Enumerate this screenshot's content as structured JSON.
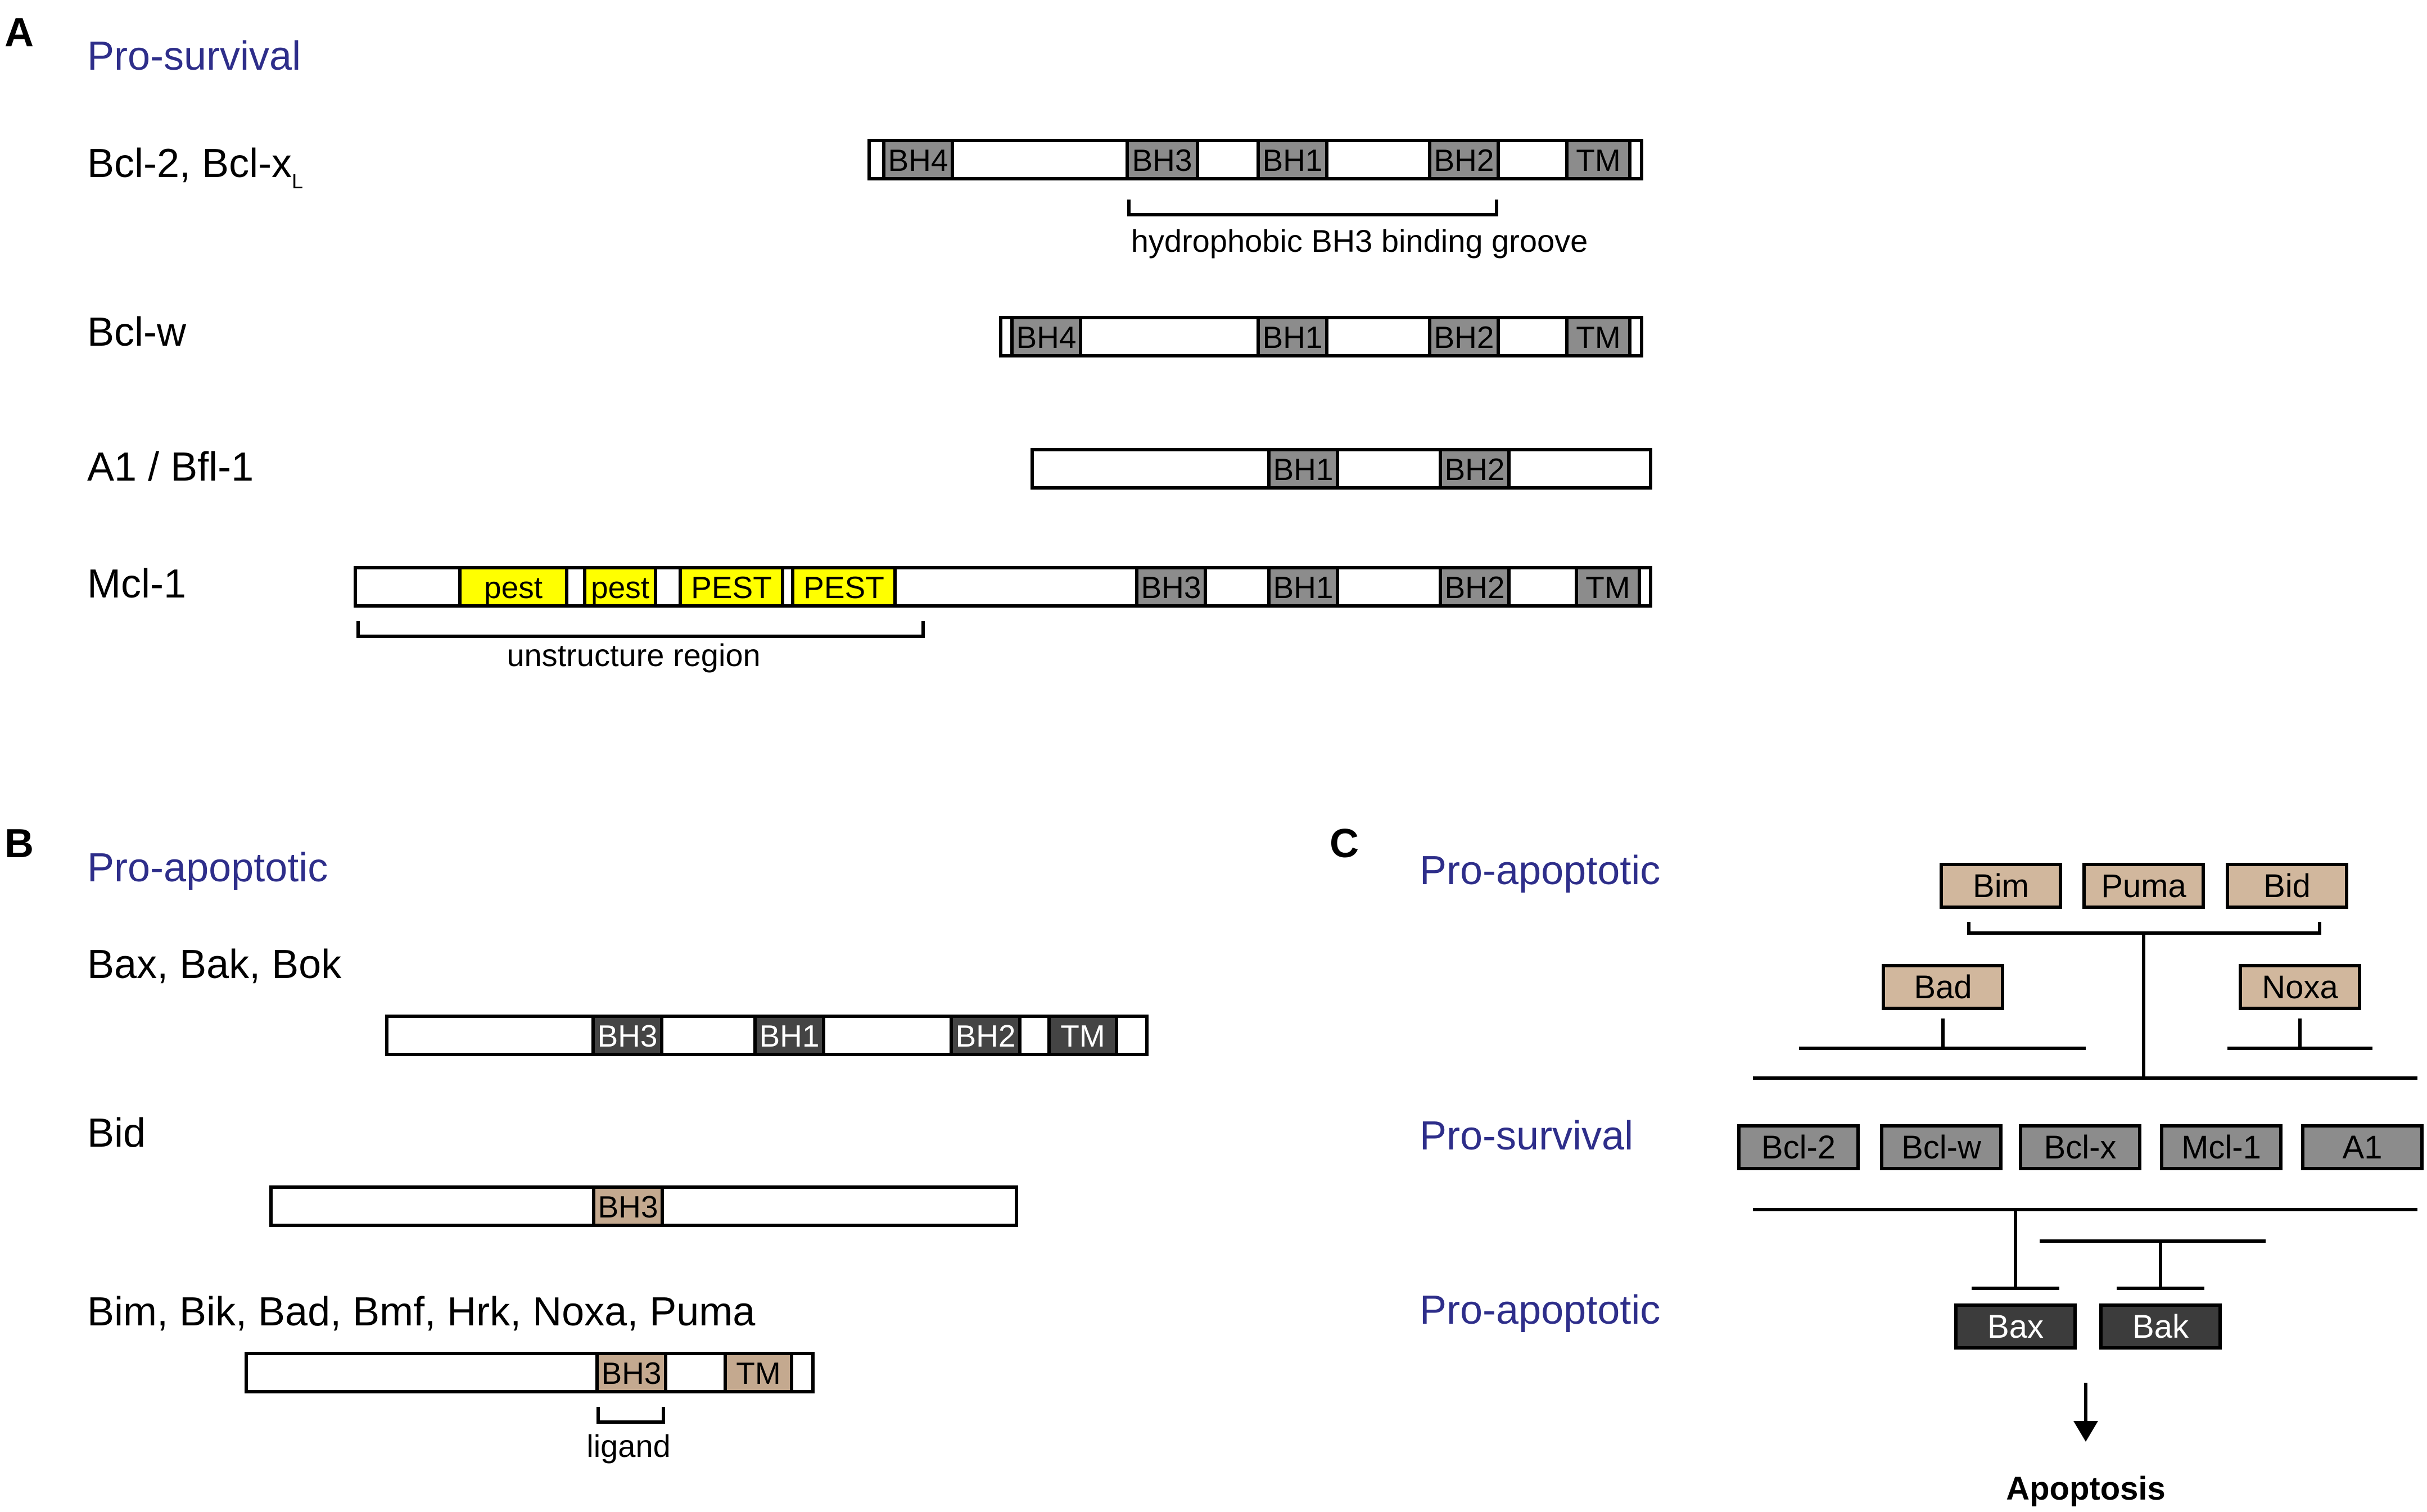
{
  "panel_a": {
    "letter": "A",
    "title": "Pro-survival",
    "proteins": {
      "bcl2": {
        "name": "Bcl-2, Bcl-x",
        "subscript": "L"
      },
      "bclw": {
        "name": "Bcl-w"
      },
      "a1": {
        "name": "A1 / Bfl-1"
      },
      "mcl1": {
        "name": "Mcl-1"
      }
    },
    "groove_label": "hydrophobic BH3 binding groove",
    "unstructured_label": "unstructure region"
  },
  "panel_b": {
    "letter": "B",
    "title": "Pro-apoptotic",
    "proteins": {
      "bax": {
        "name": "Bax, Bak, Bok"
      },
      "bid": {
        "name": "Bid"
      },
      "bim": {
        "name": "Bim, Bik, Bad, Bmf, Hrk, Noxa, Puma"
      }
    },
    "ligand_label": "ligand"
  },
  "panel_c": {
    "letter": "C",
    "titles": {
      "top": "Pro-apoptotic",
      "middle": "Pro-survival",
      "bottom": "Pro-apoptotic"
    },
    "bh3_only": [
      "Bim",
      "Puma",
      "Bid",
      "Bad",
      "Noxa"
    ],
    "pro_survival": [
      "Bcl-2",
      "Bcl-w",
      "Bcl-x",
      "Mcl-1",
      "A1"
    ],
    "effectors": [
      "Bax",
      "Bak"
    ],
    "outcome": "Apoptosis"
  },
  "domain_labels": {
    "bh1": "BH1",
    "bh2": "BH2",
    "bh3": "BH3",
    "bh4": "BH4",
    "tm": "TM",
    "pest_lower": "pest",
    "pest_upper": "PEST"
  },
  "colors": {
    "title_blue": "#2e2e8a",
    "domain_grey": "#8c8c8c",
    "domain_dark": "#444444",
    "domain_tan": "#c4a98f",
    "pest_yellow": "#ffff00",
    "box_tan": "#d1b79d",
    "box_grey": "#8c8c8c",
    "box_dark": "#3c3c3c"
  }
}
